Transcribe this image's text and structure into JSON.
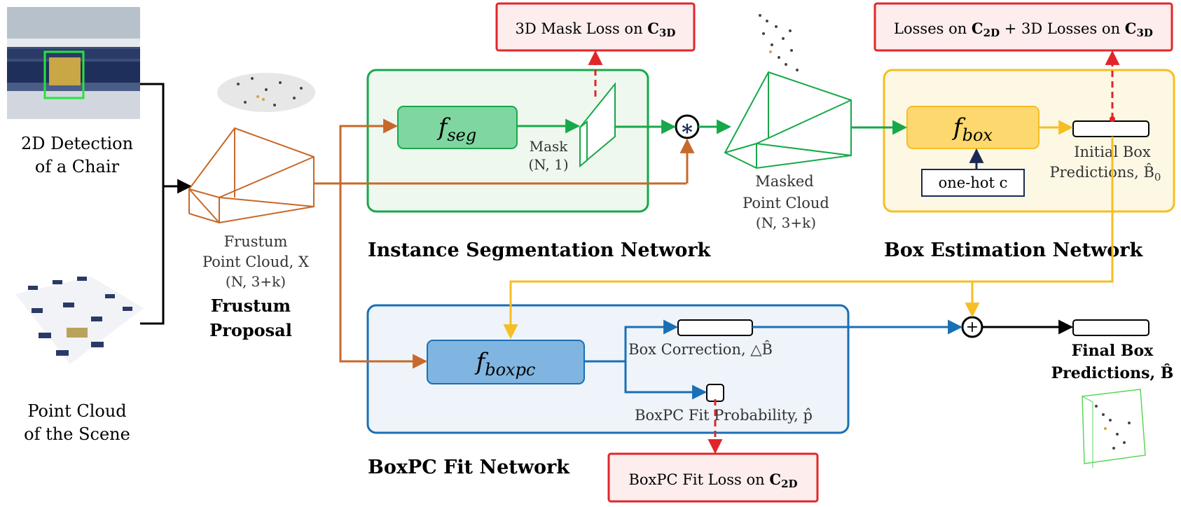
{
  "inputs": {
    "image_label_line1": "2D Detection",
    "image_label_line2": "of a Chair",
    "pointcloud_label_line1": "Point Cloud",
    "pointcloud_label_line2": "of the Scene"
  },
  "frustum": {
    "caption_line1": "Frustum",
    "caption_line2": "Point Cloud, X",
    "caption_line3": "(N, 3+k)",
    "title_line1": "Frustum",
    "title_line2": "Proposal"
  },
  "seg_network": {
    "title": "Instance Segmentation Network",
    "module_main": "f",
    "module_sub": "seg",
    "mask_label_line1": "Mask",
    "mask_label_line2": "(N, 1)",
    "loss_prefix": "3D Mask Loss on ",
    "loss_symbol": "C",
    "loss_symbol_sub": "3D"
  },
  "masked_cloud": {
    "label_line1": "Masked",
    "label_line2": "Point Cloud",
    "label_line3": "(N, 3+k)",
    "multiply_symbol": "∗"
  },
  "box_network": {
    "title": "Box Estimation Network",
    "module_main": "f",
    "module_sub": "box",
    "onehot_label": "one-hot c",
    "initial_label_line1": "Initial Box",
    "initial_label_line2": "Predictions, B̂",
    "initial_label_sub": "0",
    "loss_prefix": "Losses on ",
    "loss_symbol1": "C",
    "loss_symbol1_sub": "2D",
    "loss_middle": " + 3D Losses on ",
    "loss_symbol2": "C",
    "loss_symbol2_sub": "3D"
  },
  "boxpc_network": {
    "title": "BoxPC Fit Network",
    "module_main": "f",
    "module_sub": "boxpc",
    "correction_label": "Box Correction,  △B̂",
    "probability_label": "BoxPC Fit Probability, p̂",
    "loss_prefix": "BoxPC Fit Loss on ",
    "loss_symbol": "C",
    "loss_symbol_sub": "2D"
  },
  "output": {
    "plus_symbol": "+",
    "final_label_line1": "Final Box",
    "final_label_line2": "Predictions, B̂"
  },
  "colors": {
    "green": "#17a84a",
    "green_fill": "#eef8ef",
    "green_module": "#7fd6a0",
    "orange": "#c8682a",
    "yellow": "#f5be22",
    "yellow_fill": "#fdf8e4",
    "yellow_module": "#fcd86e",
    "blue": "#1a6fb5",
    "blue_fill": "#eef4f9",
    "blue_module": "#7fb5e0",
    "red": "#e0262b",
    "navy": "#1b2a55",
    "black": "#000000"
  }
}
